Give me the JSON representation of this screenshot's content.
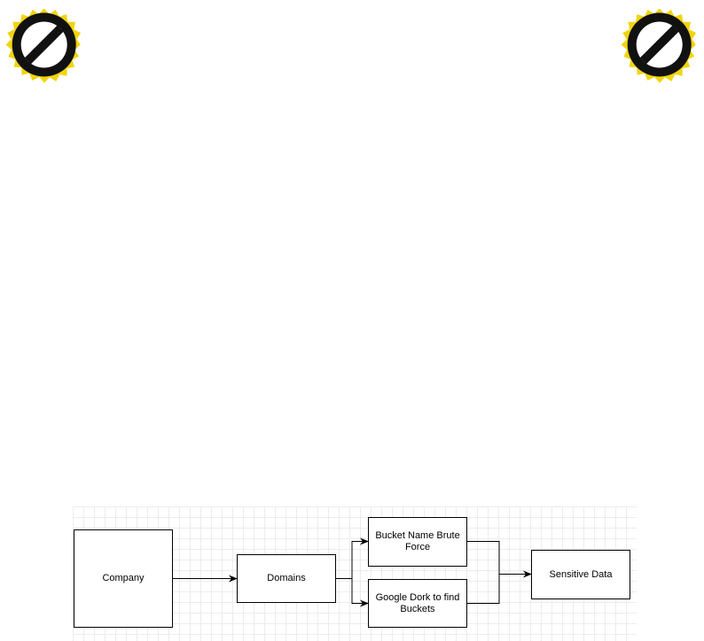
{
  "diagram": {
    "nodes": {
      "company": "Company",
      "domains": "Domains",
      "bucket_brute": "Bucket Name Brute Force",
      "google_dork": "Google Dork to find Buckets",
      "sensitive": "Sensitive Data"
    }
  },
  "colors": {
    "badge_ring": "#f2d40d",
    "badge_dark": "#111111",
    "grid_line": "#ececec",
    "stroke": "#000000"
  },
  "icons": {
    "badge": "prohibition-icon"
  }
}
